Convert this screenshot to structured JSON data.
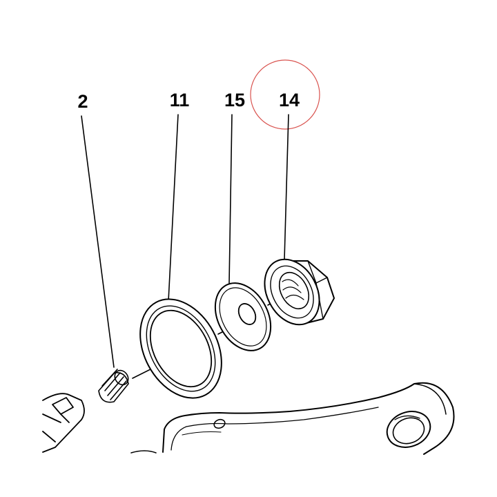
{
  "labels": {
    "part_2": "2",
    "part_11": "11",
    "part_15": "15",
    "part_14": "14"
  },
  "colors": {
    "ink": "#000000",
    "highlight_circle": "#d9534f",
    "background": "#ffffff"
  }
}
